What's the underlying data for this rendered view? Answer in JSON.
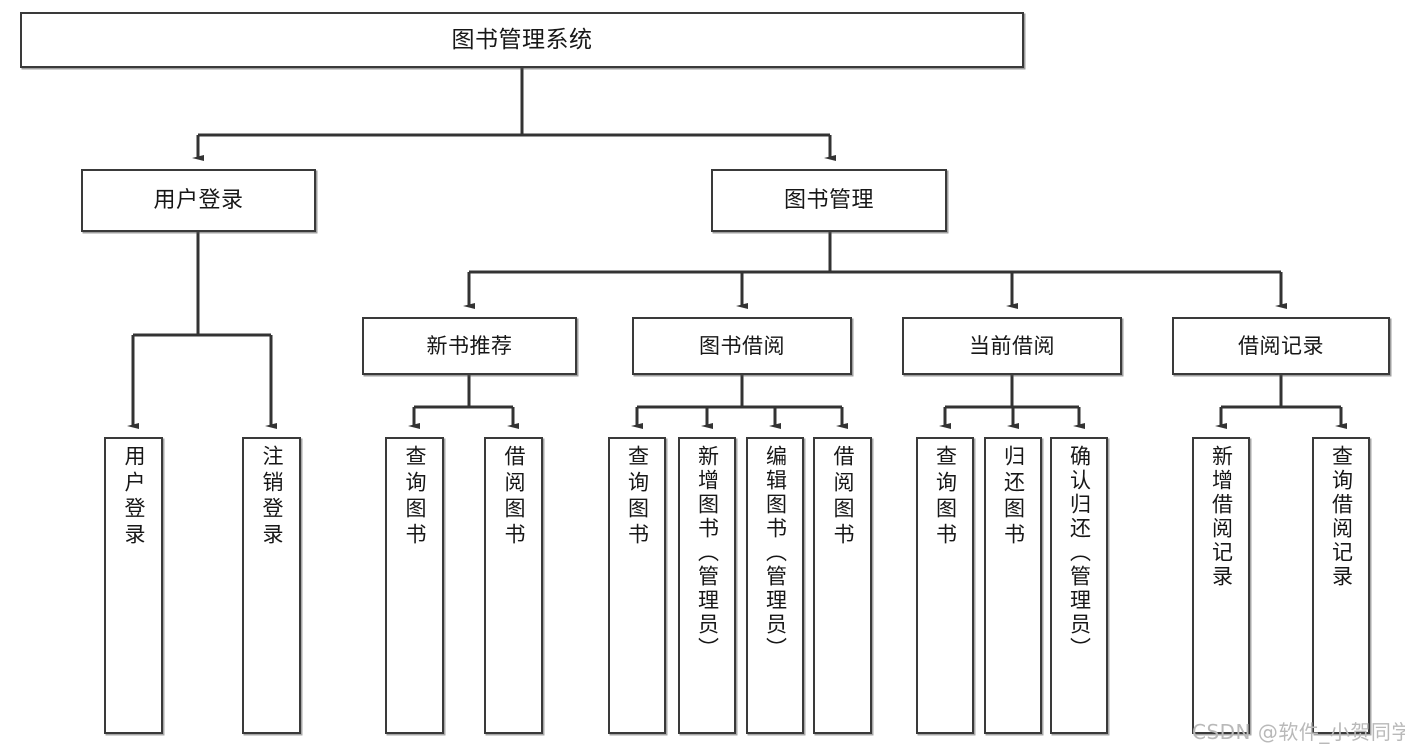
{
  "diagram": {
    "type": "tree-hierarchy",
    "title": "图书管理系统",
    "root": {
      "id": "root",
      "label": "图书管理系统"
    },
    "level2": [
      {
        "id": "user-login",
        "label": "用户登录"
      },
      {
        "id": "book-manage",
        "label": "图书管理"
      }
    ],
    "level3": [
      {
        "id": "new-book-rec",
        "label": "新书推荐",
        "parent": "book-manage"
      },
      {
        "id": "book-borrow",
        "label": "图书借阅",
        "parent": "book-manage"
      },
      {
        "id": "current-borrow",
        "label": "当前借阅",
        "parent": "book-manage"
      },
      {
        "id": "borrow-record",
        "label": "借阅记录",
        "parent": "book-manage"
      }
    ],
    "leaves": [
      {
        "id": "leaf-user-login",
        "label": "用户登录",
        "parent": "user-login"
      },
      {
        "id": "leaf-user-logout",
        "label": "注销登录",
        "parent": "user-login"
      },
      {
        "id": "leaf-rec-query",
        "label": "查询图书",
        "parent": "new-book-rec"
      },
      {
        "id": "leaf-rec-borrow",
        "label": "借阅图书",
        "parent": "new-book-rec"
      },
      {
        "id": "leaf-borrow-query",
        "label": "查询图书",
        "parent": "book-borrow"
      },
      {
        "id": "leaf-borrow-add",
        "label": "新增图书（管理员）",
        "parent": "book-borrow"
      },
      {
        "id": "leaf-borrow-edit",
        "label": "编辑图书（管理员）",
        "parent": "book-borrow"
      },
      {
        "id": "leaf-borrow-lend",
        "label": "借阅图书",
        "parent": "book-borrow"
      },
      {
        "id": "leaf-cur-query",
        "label": "查询图书",
        "parent": "current-borrow"
      },
      {
        "id": "leaf-cur-return",
        "label": "归还图书",
        "parent": "current-borrow"
      },
      {
        "id": "leaf-cur-confirm",
        "label": "确认归还（管理员）",
        "parent": "current-borrow"
      },
      {
        "id": "leaf-rec-add",
        "label": "新增借阅记录",
        "parent": "borrow-record"
      },
      {
        "id": "leaf-rec-search",
        "label": "查询借阅记录",
        "parent": "borrow-record"
      }
    ],
    "colors": {
      "background": "#ffffff",
      "box_fill": "#ffffff",
      "box_stroke": "#3a3a3a",
      "text": "#171717",
      "connector": "#333333",
      "watermark": "#b9b9b9"
    }
  },
  "watermark": {
    "text": "CSDN @软件_小贺同学"
  }
}
